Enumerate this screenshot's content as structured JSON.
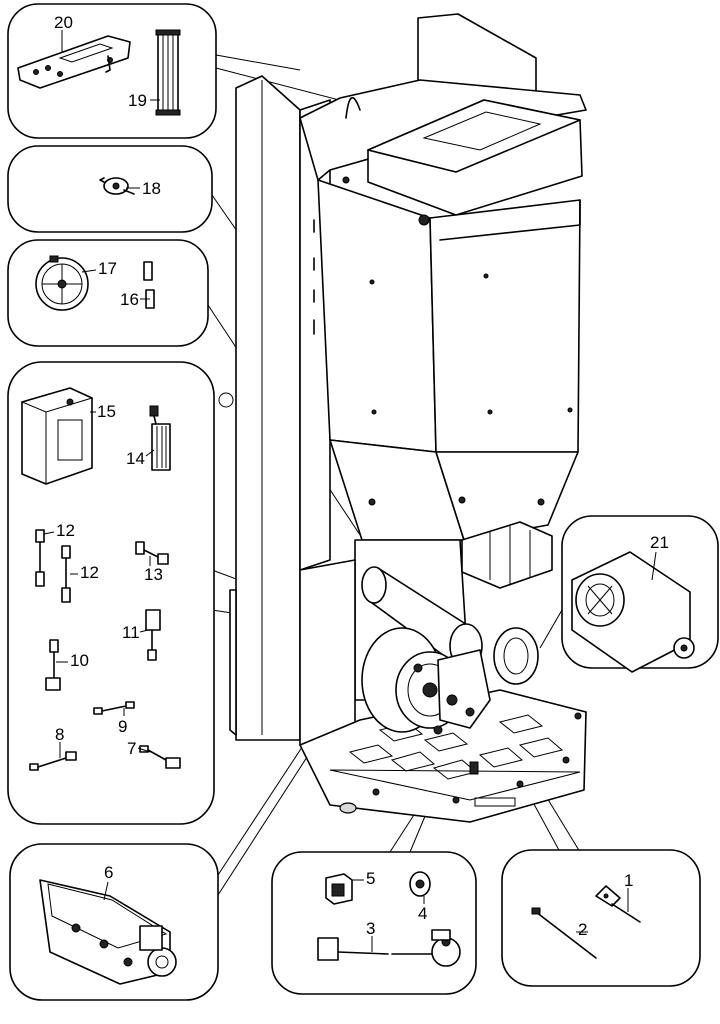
{
  "callouts": {
    "p1": "1",
    "p2": "2",
    "p3": "3",
    "p4": "4",
    "p5": "5",
    "p6": "6",
    "p7": "7",
    "p8": "8",
    "p9": "9",
    "p10": "10",
    "p11": "11",
    "p12a": "12",
    "p12b": "12",
    "p13": "13",
    "p14": "14",
    "p15": "15",
    "p16": "16",
    "p17": "17",
    "p18": "18",
    "p19": "19",
    "p20": "20",
    "p21": "21"
  }
}
